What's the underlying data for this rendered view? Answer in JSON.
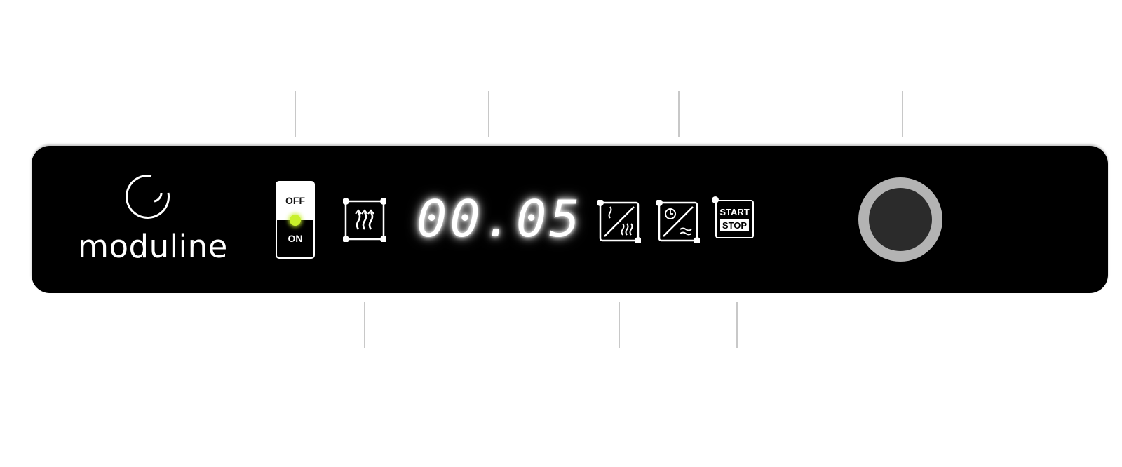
{
  "brand": {
    "name": "moduline"
  },
  "power_switch": {
    "off_label": "OFF",
    "on_label": "ON",
    "led_color": "#c8f02a"
  },
  "display": {
    "value": "00.05"
  },
  "keys": {
    "heat": {
      "icon": "heat-waves-icon"
    },
    "mode_steam": {
      "icon": "steam-heat-icon"
    },
    "mode_timer": {
      "icon": "timer-water-icon"
    },
    "start_stop": {
      "start_label": "START",
      "stop_label": "STOP"
    }
  },
  "knob": {
    "icon": "control-knob"
  },
  "colors": {
    "panel": "#000000",
    "knob_ring": "#b3b3b3",
    "knob_center": "#2b2b2b",
    "callout": "#c8c8c8"
  }
}
